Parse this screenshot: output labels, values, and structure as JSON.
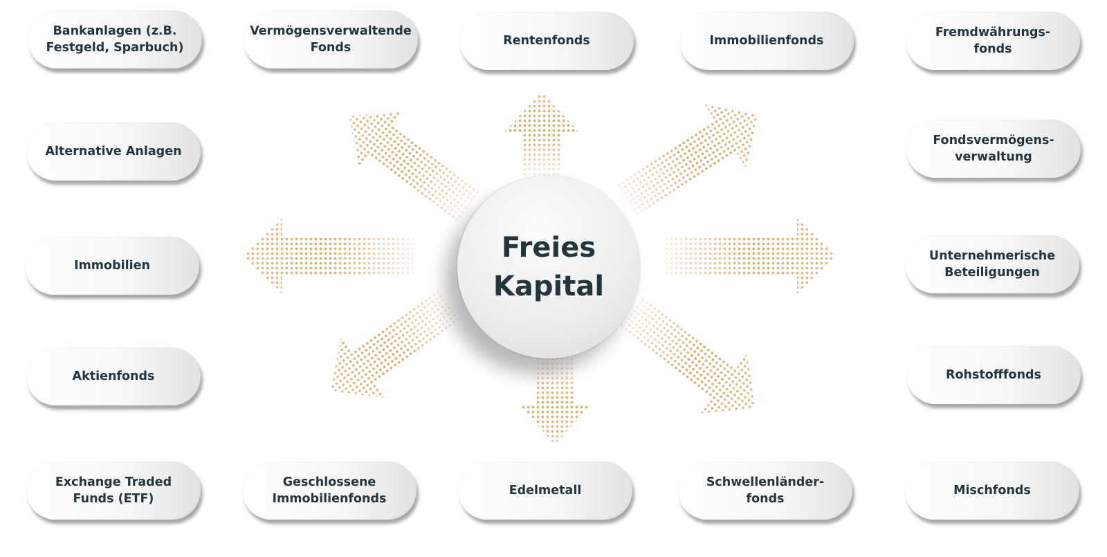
{
  "center": {
    "label": "Freies\nKapital"
  },
  "colors": {
    "arrow": "#cfa55a",
    "text": "#233640"
  },
  "items": [
    {
      "id": "bankanlagen",
      "label": "Bankanlagen (z.B.\nFestgeld, Sparbuch)"
    },
    {
      "id": "vermoegensverwaltende-fonds",
      "label": "Vermögensverwaltende\nFonds"
    },
    {
      "id": "rentenfonds",
      "label": "Rentenfonds"
    },
    {
      "id": "immobilienfonds",
      "label": "Immobilienfonds"
    },
    {
      "id": "fremdwaehrungsfonds",
      "label": "Fremdwährungs-\nfonds"
    },
    {
      "id": "alternative-anlagen",
      "label": "Alternative Anlagen"
    },
    {
      "id": "fondsvermoegensverwaltung",
      "label": "Fondsvermögens-\nverwaltung"
    },
    {
      "id": "immobilien",
      "label": "Immobilien"
    },
    {
      "id": "unternehmerische-beteiligungen",
      "label": "Unternehmerische\nBeteiligungen"
    },
    {
      "id": "aktienfonds",
      "label": "Aktienfonds"
    },
    {
      "id": "rohstofffonds",
      "label": "Rohstofffonds"
    },
    {
      "id": "etf",
      "label": "Exchange Traded\nFunds (ETF)"
    },
    {
      "id": "geschlossene-immobilienfonds",
      "label": "Geschlossene\nImmobilienfonds"
    },
    {
      "id": "edelmetall",
      "label": "Edelmetall"
    },
    {
      "id": "schwellenlaenderfonds",
      "label": "Schwellenländer-\nfonds"
    },
    {
      "id": "mischfonds",
      "label": "Mischfonds"
    }
  ]
}
